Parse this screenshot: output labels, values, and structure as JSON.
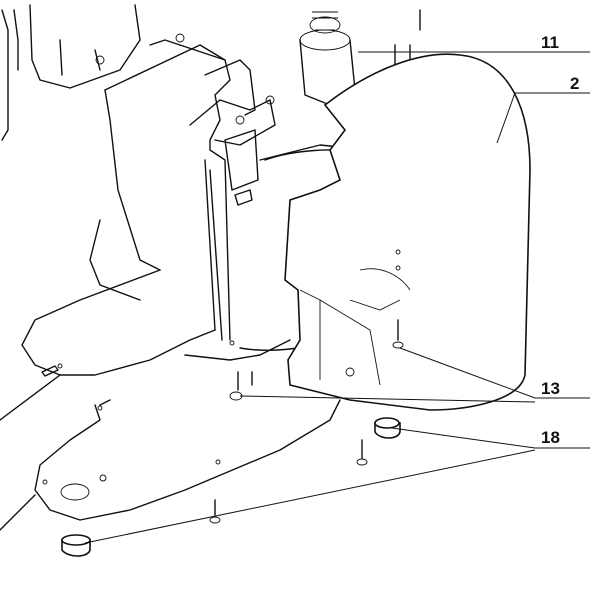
{
  "diagram": {
    "type": "exploded-parts-view",
    "callouts": [
      {
        "id": "callout-11",
        "label": "11"
      },
      {
        "id": "callout-2",
        "label": "2"
      },
      {
        "id": "callout-13",
        "label": "13"
      },
      {
        "id": "callout-18",
        "label": "18"
      }
    ]
  }
}
